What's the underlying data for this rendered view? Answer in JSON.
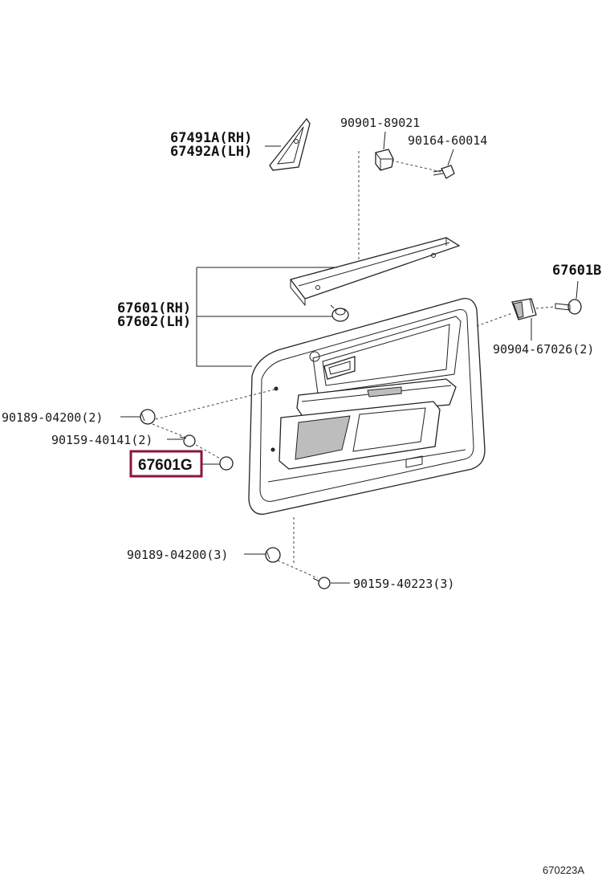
{
  "parts": {
    "p67491a": "67491A(RH)",
    "p67492a": "67492A(LH)",
    "p90901": "90901-89021",
    "p90164": "90164-60014",
    "p67601b": "67601B",
    "p67601": "67601(RH)",
    "p67602": "67602(LH)",
    "p90904": "90904-67026(2)",
    "p90189a": "90189-04200(2)",
    "p90159a": "90159-40141(2)",
    "p67601g": "67601G",
    "p90189b": "90189-04200(3)",
    "p90159b": "90159-40223(3)"
  },
  "highlight_color": "#8b1538",
  "footer": {
    "code": "670223A"
  }
}
